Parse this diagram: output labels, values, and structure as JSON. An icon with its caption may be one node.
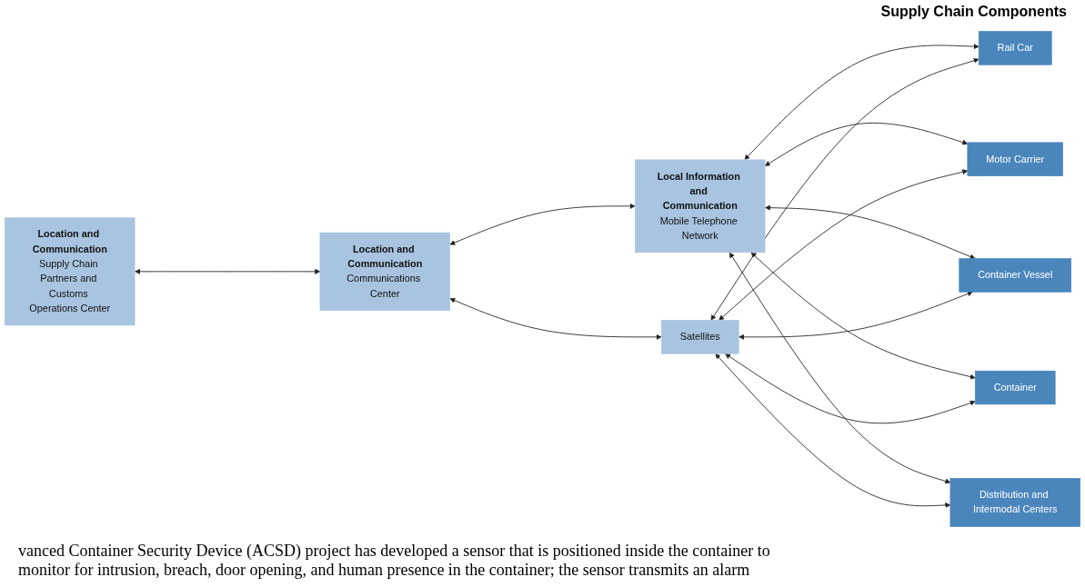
{
  "diagram": {
    "nodes": [
      {
        "text": [
          "Location and Communication",
          "Supply Chain Partners and Customs Operations Center"
        ]
      },
      {
        "text": [
          "Location and Communication",
          "Communications Center"
        ]
      },
      {
        "text": [
          "Local Information and Communication",
          "Mobile Telephone Network"
        ]
      },
      {
        "text": [
          "Satellites"
        ]
      },
      {
        "text": [
          "Rail Car"
        ]
      },
      {
        "text": [
          "Motor Carrier"
        ]
      },
      {
        "text": [
          "Container Vessel"
        ]
      },
      {
        "text": [
          "Container"
        ]
      },
      {
        "text": [
          "Distribution and Intermodal Centers"
        ]
      }
    ],
    "edges": [
      {
        "from": 0,
        "to": 1,
        "arrow": "both"
      },
      {
        "from": 1,
        "to": 2,
        "arrow": "both"
      },
      {
        "from": 1,
        "to": 3,
        "arrow": "both"
      },
      {
        "from": 2,
        "to": 4,
        "arrow": "both"
      },
      {
        "from": 2,
        "to": 5,
        "arrow": "both"
      },
      {
        "from": 2,
        "to": 6,
        "arrow": "both"
      },
      {
        "from": 2,
        "to": 7,
        "arrow": "both"
      },
      {
        "from": 2,
        "to": 8,
        "arrow": "both"
      },
      {
        "from": 3,
        "to": 4,
        "arrow": "both"
      },
      {
        "from": 3,
        "to": 5,
        "arrow": "both"
      },
      {
        "from": 3,
        "to": 6,
        "arrow": "both"
      },
      {
        "from": 3,
        "to": 7,
        "arrow": "both"
      },
      {
        "from": 3,
        "to": 8,
        "arrow": "both"
      }
    ],
    "labels": [
      "Supply Chain Components",
      "vanced Container Security Device (ACSD) project has developed a sensor that is positioned inside the container to monitor for intrusion, breach, door opening, and human presence in the container; the sensor transmits an alarm"
    ]
  }
}
